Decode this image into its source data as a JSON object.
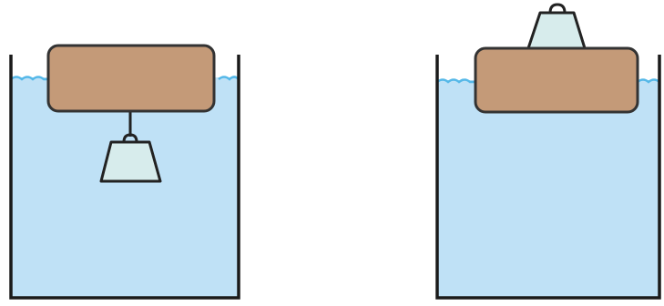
{
  "diagram": {
    "panels": [
      {
        "name": "left",
        "weight_position": "suspended-below-block",
        "water_level": "below-block-top"
      },
      {
        "name": "right",
        "weight_position": "resting-on-block",
        "water_level": "below-block-top"
      }
    ]
  },
  "colors": {
    "background": "#ffffff",
    "water": "#bfe1f6",
    "water_surface": "#55b8e8",
    "container_wall": "#1a1a1a",
    "block_fill": "#c49a78",
    "block_stroke": "#333333",
    "weight_fill": "#d7ecec",
    "weight_stroke": "#222222"
  }
}
